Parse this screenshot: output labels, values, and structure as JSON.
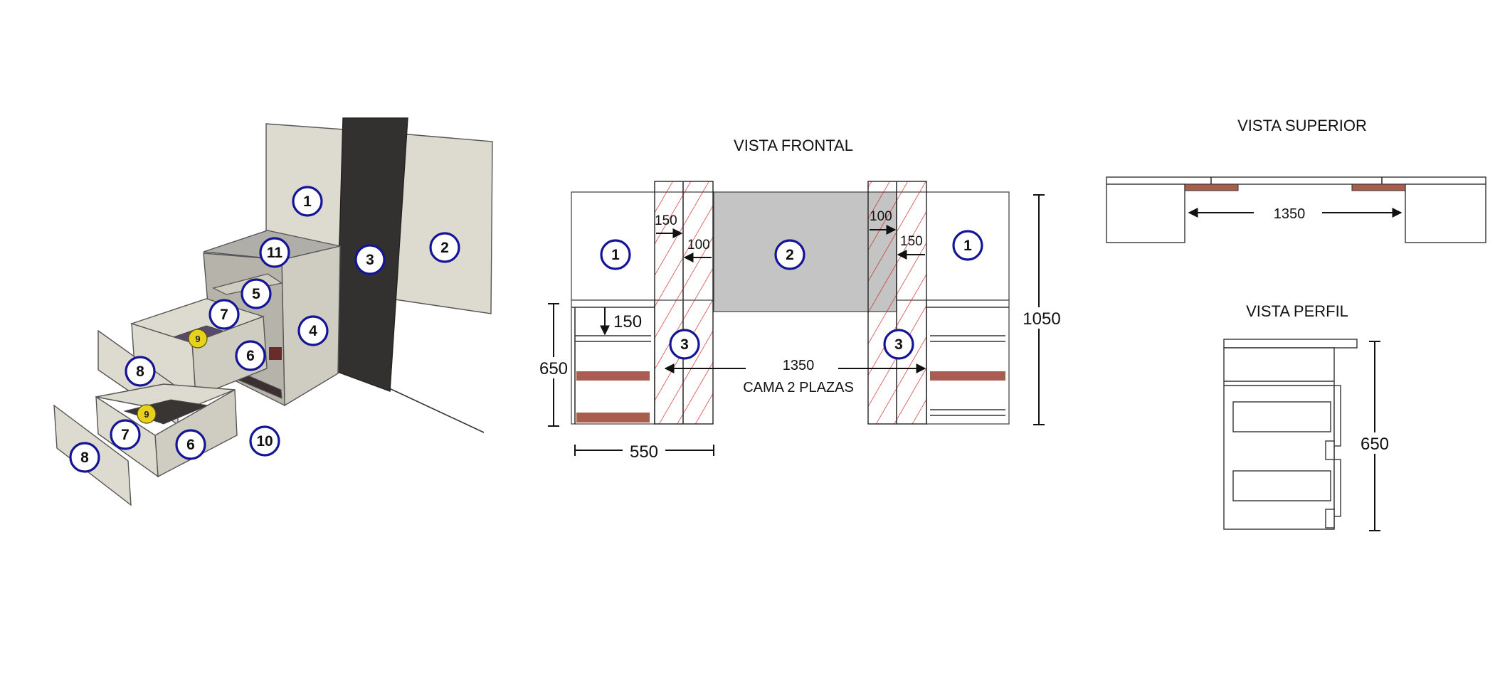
{
  "views": {
    "frontal_title": "VISTA FRONTAL",
    "superior_title": "VISTA SUPERIOR",
    "perfil_title": "VISTA PERFIL"
  },
  "iso_labels": [
    "1",
    "2",
    "3",
    "11",
    "5",
    "4",
    "7",
    "9",
    "6",
    "8",
    "9",
    "7",
    "6",
    "10",
    "8"
  ],
  "frontal": {
    "labels": [
      "1",
      "2",
      "1",
      "3",
      "3"
    ],
    "dims": {
      "d150_left": "150",
      "d100_left": "100",
      "d100_right": "100",
      "d150_right": "150",
      "d150_drawer": "150",
      "d650": "650",
      "d1050": "1050",
      "d550": "550",
      "d1350": "1350",
      "bed_caption": "CAMA 2 PLAZAS"
    }
  },
  "superior": {
    "d1350": "1350"
  },
  "perfil": {
    "d650": "650"
  },
  "colors": {
    "circle_stroke": "#141496",
    "hatch_red": "#cc1a1a",
    "headboard_gray": "#c4c4c4",
    "shelf_brown": "#a95d4c",
    "post_dark": "#333030",
    "panel_beige": "#dddbd0",
    "highlight_yellow": "#e6d21e"
  }
}
